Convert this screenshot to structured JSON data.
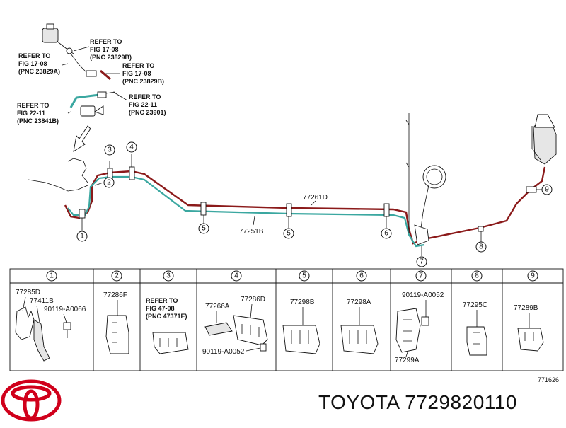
{
  "diagram_id": "771626",
  "brand_text": "TOYOTA 7729820110",
  "colors": {
    "red_line": "#8b1a1a",
    "teal_line": "#3aa7a0",
    "logo_red": "#d0001b"
  },
  "refs": {
    "ref_23829b_top": [
      "REFER TO",
      "FIG 17-08",
      "(PNC 23829B)"
    ],
    "ref_23829a": [
      "REFER TO",
      "FIG 17-08",
      "(PNC 23829A)"
    ],
    "ref_23829b_mid": [
      "REFER TO",
      "FIG 17-08",
      "(PNC 23829B)"
    ],
    "ref_23901": [
      "REFER TO",
      "FIG 22-11",
      "(PNC 23901)"
    ],
    "ref_23841b": [
      "REFER TO",
      "FIG 22-11",
      "(PNC 23841B)"
    ],
    "ref_47371e": [
      "REFER TO",
      "FIG 47-08",
      "(PNC 47371E)"
    ]
  },
  "main_labels": {
    "p77261d": "77261D",
    "p77251b": "77251B"
  },
  "callouts": [
    "1",
    "2",
    "3",
    "4",
    "5",
    "6",
    "7",
    "8",
    "9"
  ],
  "legend": {
    "headers": [
      "1",
      "2",
      "3",
      "4",
      "5",
      "6",
      "7",
      "8",
      "9"
    ],
    "parts": {
      "c1_a": "77285D",
      "c1_b": "77411B",
      "c1_c": "90119-A0066",
      "c2": "77286F",
      "c4_a": "77266A",
      "c4_b": "77286D",
      "c4_c": "90119-A0052",
      "c5": "77298B",
      "c6": "77298A",
      "c7_a": "90119-A0052",
      "c7_b": "77299A",
      "c8": "77295C",
      "c9": "77289B"
    }
  }
}
